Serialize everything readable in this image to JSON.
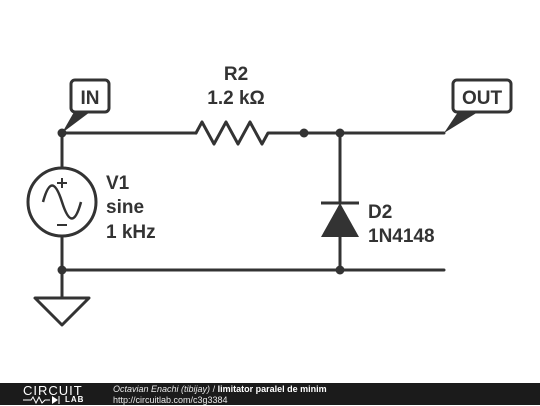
{
  "schematic": {
    "ports": {
      "input": "IN",
      "output": "OUT"
    },
    "resistor": {
      "designator": "R2",
      "value": "1.2 kΩ"
    },
    "source": {
      "designator": "V1",
      "waveform": "sine",
      "frequency": "1 kHz"
    },
    "diode": {
      "designator": "D2",
      "part": "1N4148"
    }
  },
  "footer": {
    "logo_top": "CIRCUIT",
    "logo_bottom": "LAB",
    "author": "Octavian Enachi (tibijay)",
    "separator": "/",
    "title": "limitator paralel de minim",
    "url": "http://circuitlab.com/c3g3384"
  },
  "colors": {
    "ink": "#333333",
    "footer_bg": "#1b1b1b"
  }
}
